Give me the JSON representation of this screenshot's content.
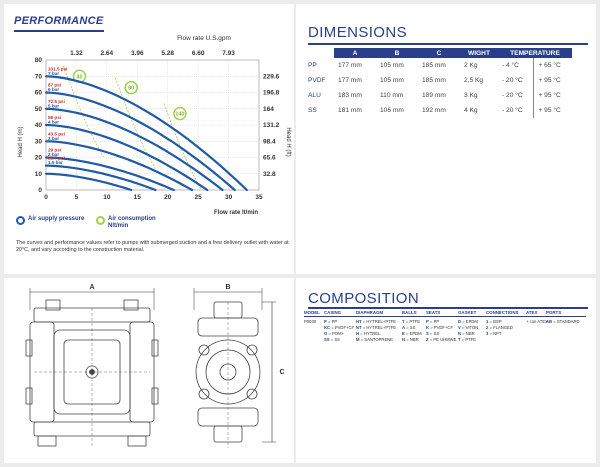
{
  "performance": {
    "title": "PERFORMANCE",
    "top_axis_label": "Flow rate U.S.gpm",
    "top_ticks": [
      "1.32",
      "2.64",
      "3.96",
      "5.28",
      "6.60",
      "7.93"
    ],
    "left_axis_label": "Head H (m)",
    "right_axis_label": "Head H (ft)",
    "bottom_axis_label": "Flow rate  lt/min",
    "legend_supply": "Air supply pressure",
    "legend_consumption": "Air consumption Nlt/min",
    "footnote": "The curves and performance values refer to pumps with submerged suction and a free delivery outlet with water at 20°C, and vary according to the construction material.",
    "colors": {
      "curve": "#1f5aa6",
      "air": "#9ed24a",
      "red": "#d62020",
      "brand": "#2a3f8a"
    }
  },
  "chart_data": {
    "type": "line",
    "x_ticks": [
      0,
      5,
      10,
      15,
      20,
      25,
      30,
      35
    ],
    "xlim": [
      0,
      35
    ],
    "y_ticks": [
      0,
      10,
      20,
      30,
      40,
      50,
      60,
      70,
      80
    ],
    "ylim": [
      0,
      80
    ],
    "ft_ticks": [
      "32.8",
      "65.6",
      "98.4",
      "131.2",
      "164",
      "196.8",
      "229.6"
    ],
    "series": [
      {
        "psi": "101.5 psi",
        "bar": "7 bar",
        "head0": 70,
        "xmax": 33
      },
      {
        "psi": "87 psi",
        "bar": "6 bar",
        "head0": 60,
        "xmax": 31
      },
      {
        "psi": "72.5 psi",
        "bar": "5 bar",
        "head0": 50,
        "xmax": 29
      },
      {
        "psi": "58 psi",
        "bar": "4 bar",
        "head0": 40,
        "xmax": 26.5
      },
      {
        "psi": "43.5 psi",
        "bar": "3 bar",
        "head0": 30,
        "xmax": 24
      },
      {
        "psi": "29 psi",
        "bar": "2 bar",
        "head0": 20,
        "xmax": 21
      },
      {
        "psi": "21.7 psi",
        "bar": "1.5 bar",
        "head0": 15,
        "xmax": 18
      },
      {
        "psi": "",
        "bar": "",
        "head0": 10,
        "xmax": 14
      }
    ],
    "air_consumption": [
      {
        "label": "40",
        "x": 5.5,
        "y": 70
      },
      {
        "label": "90",
        "x": 14,
        "y": 63
      },
      {
        "label": "140",
        "x": 22,
        "y": 47
      }
    ]
  },
  "dimensions": {
    "title": "DIMENSIONS",
    "headers": [
      "",
      "A",
      "B",
      "C",
      "WIGHT",
      "TEMPERATURE"
    ],
    "rows": [
      [
        "PP",
        "177 mm",
        "105 mm",
        "185 mm",
        "2 Kg",
        "- 4 °C",
        "+ 65 °C"
      ],
      [
        "PVDF",
        "177 mm",
        "105 mm",
        "185 mm",
        "2,5 Kg",
        "- 20 °C",
        "+ 95 °C"
      ],
      [
        "ALU",
        "183 mm",
        "110 mm",
        "189 mm",
        "3 Kg",
        "- 20 °C",
        "+ 95 °C"
      ],
      [
        "SS",
        "181 mm",
        "106 mm",
        "192 mm",
        "4 Kg",
        "- 20 °C",
        "+ 95 °C"
      ]
    ]
  },
  "drawing": {
    "label_a": "A",
    "label_b": "B",
    "label_c": "C"
  },
  "composition": {
    "title": "COMPOSITION",
    "headers": [
      "MODEL",
      "CASING",
      "DIAPHRAGM",
      "BALLS",
      "SEATS",
      "GASKET",
      "CONNECTIONS",
      "ATEX",
      "PORTS"
    ],
    "model": "P0030",
    "casing": [
      [
        "P",
        "PP"
      ],
      [
        "KC",
        "PVDF+CF"
      ],
      [
        "O",
        "POM+"
      ],
      [
        "SS",
        "SS"
      ]
    ],
    "diaphragm": [
      [
        "HT",
        "HYTREL+PTFE"
      ],
      [
        "NT",
        "HYTREL+PTFE"
      ],
      [
        "H",
        "HYTREL"
      ],
      [
        "M",
        "SANTOPRENE"
      ]
    ],
    "balls": [
      [
        "T",
        "PTFE"
      ],
      [
        "A",
        "SS"
      ],
      [
        "E",
        "EPDM"
      ],
      [
        "N",
        "NBR"
      ]
    ],
    "seats": [
      [
        "P",
        "PP"
      ],
      [
        "K",
        "PVDF+CF"
      ],
      [
        "S",
        "SS"
      ],
      [
        "Z",
        "PE UHMWE"
      ]
    ],
    "gasket": [
      [
        "D",
        "EPDM"
      ],
      [
        "V",
        "VITON"
      ],
      [
        "N",
        "NBR"
      ],
      [
        "T",
        "PTFE"
      ]
    ],
    "connections": [
      [
        "1",
        "BSP"
      ],
      [
        "2",
        "FLANGED"
      ],
      [
        "3",
        "NPT"
      ]
    ],
    "atex": [
      [
        "",
        "+ con ATEX"
      ]
    ],
    "ports": [
      [
        "AB",
        "STANDARD"
      ]
    ]
  }
}
